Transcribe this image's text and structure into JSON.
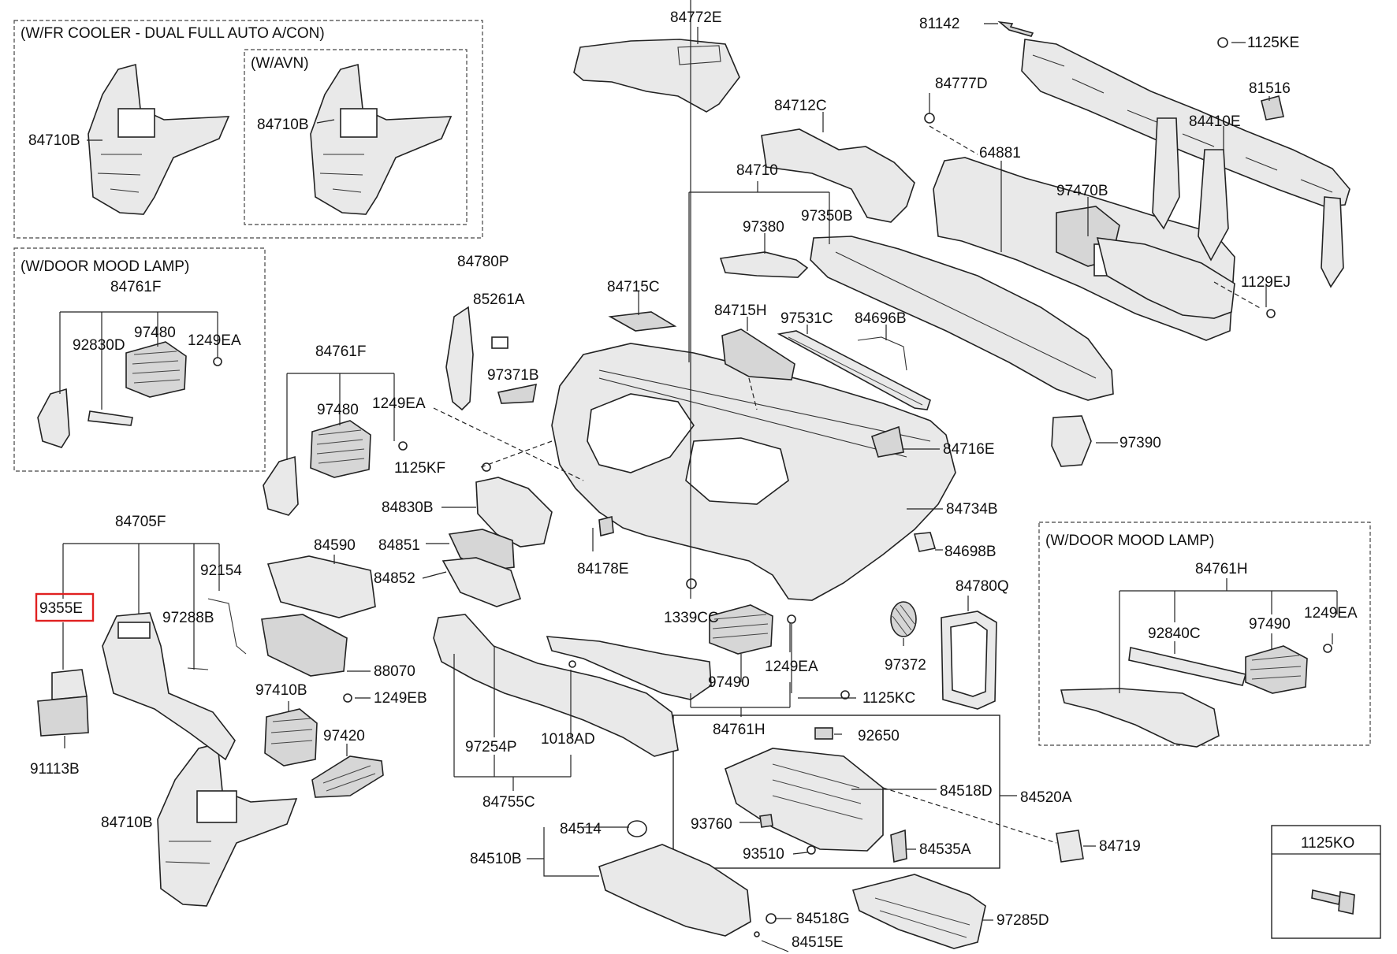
{
  "groups": {
    "fr_cooler": "(W/FR COOLER - DUAL FULL AUTO A/CON)",
    "avn": "(W/AVN)",
    "door_mood_lamp_left": "(W/DOOR MOOD LAMP)",
    "door_mood_lamp_right": "(W/DOOR MOOD LAMP)"
  },
  "highlighted_part": "9355E",
  "parts": {
    "p84710B_a": "84710B",
    "p84710B_b": "84710B",
    "p84761F_a": "84761F",
    "p92830D": "92830D",
    "p97480_a": "97480",
    "p1249EA_a": "1249EA",
    "p84761F_b": "84761F",
    "p97480_b": "97480",
    "p1249EA_b": "1249EA",
    "p1125KF": "1125KF",
    "p84705F": "84705F",
    "p92154": "92154",
    "p97288B": "97288B",
    "p91113B": "91113B",
    "p84710B_c": "84710B",
    "p84780P": "84780P",
    "p85261A": "85261A",
    "p97371B": "97371B",
    "p84772E": "84772E",
    "p84712C": "84712C",
    "p84710": "84710",
    "p97380": "97380",
    "p97350B": "97350B",
    "p84715C": "84715C",
    "p84715H": "84715H",
    "p97531C": "97531C",
    "p84696B": "84696B",
    "p81142": "81142",
    "p1125KE": "1125KE",
    "p84777D": "84777D",
    "p81516": "81516",
    "p84410E": "84410E",
    "p64881": "64881",
    "p97470B": "97470B",
    "p1129EJ": "1129EJ",
    "p97390": "97390",
    "p84716E": "84716E",
    "p84734B": "84734B",
    "p84698B": "84698B",
    "p84830B": "84830B",
    "p84851": "84851",
    "p84852": "84852",
    "p84590": "84590",
    "p84178E": "84178E",
    "p1339CC": "1339CC",
    "p88070": "88070",
    "p1249EB": "1249EB",
    "p97410B": "97410B",
    "p97420": "97420",
    "p97254P": "97254P",
    "p1018AD": "1018AD",
    "p84755C": "84755C",
    "p97490_a": "97490",
    "p1249EA_c": "1249EA",
    "p84761H_a": "84761H",
    "p1125KC": "1125KC",
    "p97372": "97372",
    "p84780Q": "84780Q",
    "p84761H_b": "84761H",
    "p92840C": "92840C",
    "p97490_b": "97490",
    "p1249EA_d": "1249EA",
    "p92650": "92650",
    "p84518D": "84518D",
    "p84520A": "84520A",
    "p93760": "93760",
    "p93510": "93510",
    "p84535A": "84535A",
    "p84719": "84719",
    "p84514": "84514",
    "p84510B": "84510B",
    "p84518G": "84518G",
    "p84515E": "84515E",
    "p97285D": "97285D",
    "p1125KO": "1125KO"
  }
}
